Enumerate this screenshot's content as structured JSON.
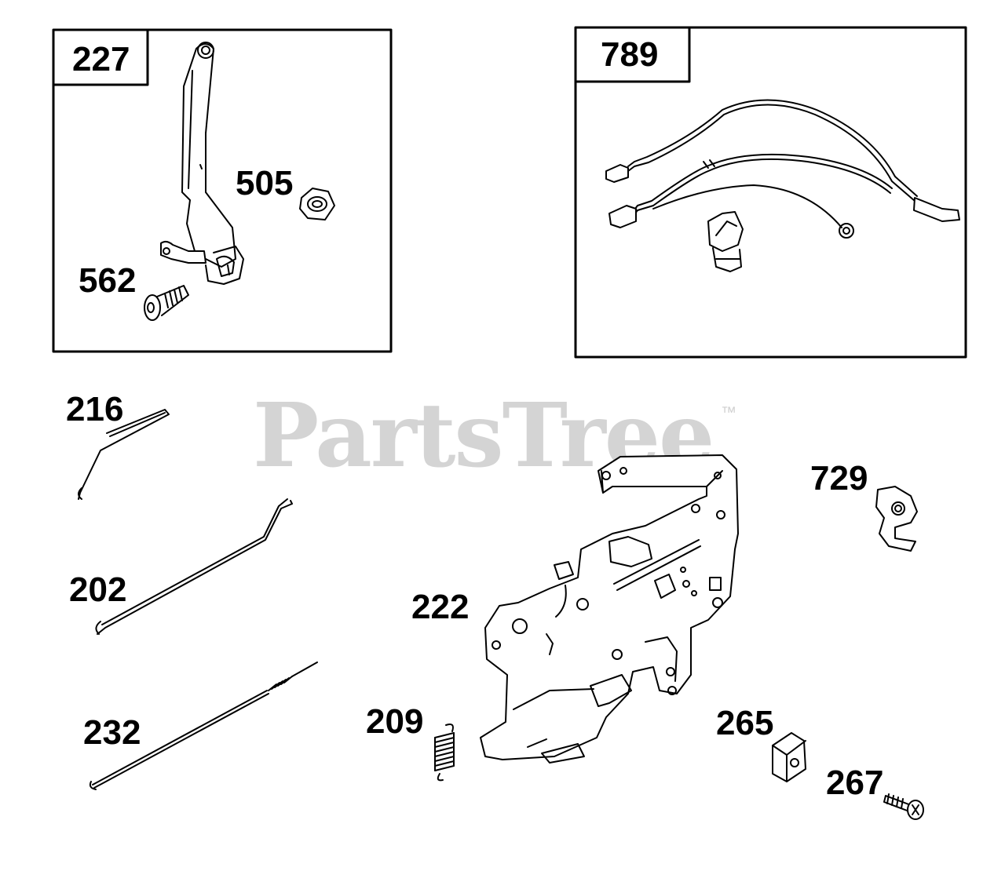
{
  "watermark": {
    "text": "PartsTree",
    "trademark": "™"
  },
  "boxes": [
    {
      "number": "227",
      "callouts": [
        "505",
        "562"
      ]
    },
    {
      "number": "789",
      "callouts": []
    }
  ],
  "callouts": [
    "216",
    "202",
    "232",
    "222",
    "209",
    "729",
    "265",
    "267"
  ]
}
